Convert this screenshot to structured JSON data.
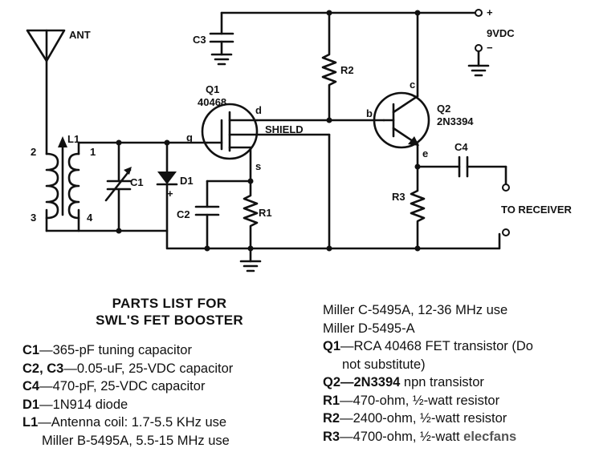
{
  "schematic": {
    "labels": {
      "ant": "ANT",
      "l1": "L1",
      "l1_p2": "2",
      "l1_p3": "3",
      "l1_p1": "1",
      "l1_p4": "4",
      "c1": "C1",
      "d1": "D1",
      "d1_plus": "+",
      "c2": "C2",
      "r1": "R1",
      "q1": "Q1",
      "q1_part": "40468",
      "gate": "g",
      "drain": "d",
      "source": "s",
      "shield": "SHIELD",
      "c3": "C3",
      "r2": "R2",
      "base": "b",
      "collector": "c",
      "emitter": "e",
      "q2": "Q2",
      "q2_part": "2N3394",
      "c4": "C4",
      "r3": "R3",
      "plus": "+",
      "minus": "−",
      "supply": "9VDC",
      "to_receiver": "TO RECEIVER"
    }
  },
  "parts_list": {
    "title_line1": "PARTS LIST FOR",
    "title_line2": "SWL'S FET BOOSTER",
    "left": [
      {
        "code": "C1",
        "text": "—365-pF tuning capacitor"
      },
      {
        "code": "C2, C3",
        "text": "—0.05-uF, 25-VDC capacitor"
      },
      {
        "code": "C4",
        "text": "—470-pF, 25-VDC capacitor"
      },
      {
        "code": "D1",
        "text": "—1N914 diode"
      },
      {
        "code": "L1",
        "text": "—Antenna coil: 1.7-5.5 KHz use"
      }
    ],
    "left_continued": "Miller B-5495A, 5.5-15 MHz use",
    "right_continued": [
      "Miller C-5495A, 12-36 MHz use",
      "Miller D-5495-A"
    ],
    "right": [
      {
        "code": "Q1",
        "text": "—RCA 40468 FET transistor (Do"
      },
      {
        "code": "",
        "text": "not substitute)"
      },
      {
        "code": "Q2—2N3394",
        "text": " npn transistor"
      },
      {
        "code": "R1",
        "text": "—470-ohm, ½-watt resistor"
      },
      {
        "code": "R2",
        "text": "—2400-ohm, ½-watt resistor"
      },
      {
        "code": "R3",
        "text": "—4700-ohm, ½-watt "
      }
    ],
    "watermark": "elecfans"
  }
}
